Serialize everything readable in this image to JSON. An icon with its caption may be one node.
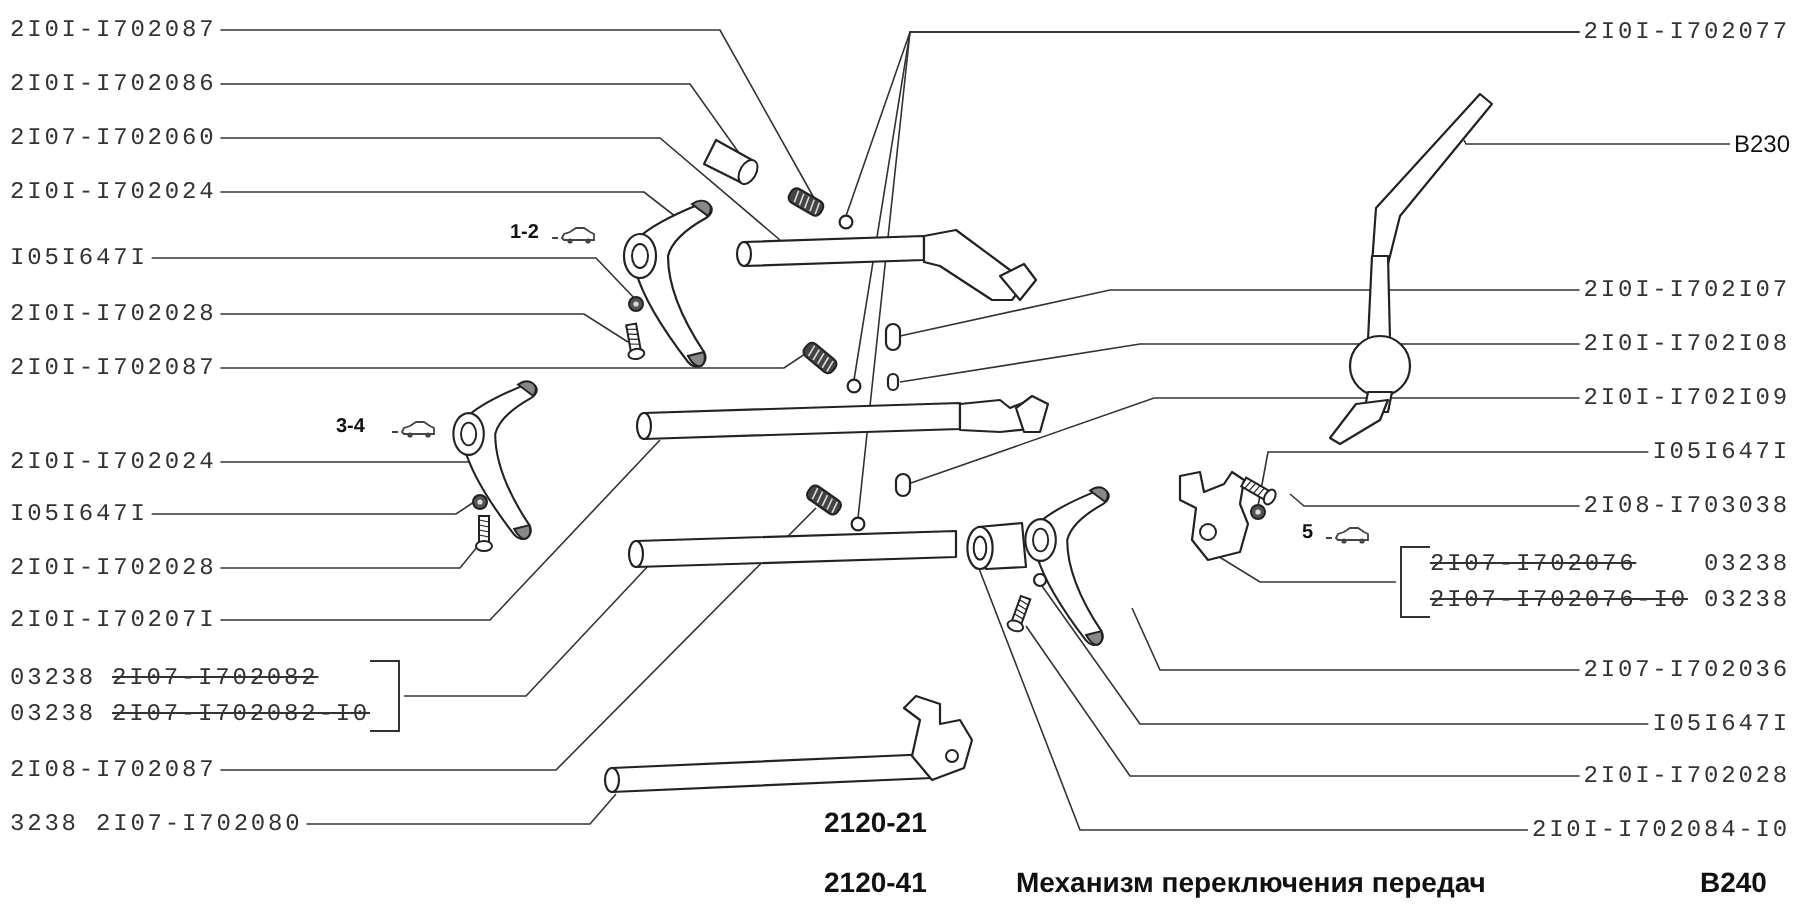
{
  "diagram": {
    "title": "Механизм переключения передач",
    "nodes": [
      {
        "text": [
          "2I0I-I702087"
        ]
      },
      {
        "text": [
          "2I0I-I702086"
        ]
      },
      {
        "text": [
          "2I07-I702060"
        ]
      },
      {
        "text": [
          "2I0I-I702024"
        ]
      },
      {
        "text": [
          "I05I647I"
        ]
      },
      {
        "text": [
          "2I0I-I702028"
        ]
      },
      {
        "text": [
          "2I0I-I702087"
        ]
      },
      {
        "text": [
          "2I0I-I702024"
        ]
      },
      {
        "text": [
          "I05I647I"
        ]
      },
      {
        "text": [
          "2I0I-I702028"
        ]
      },
      {
        "text": [
          "2I0I-I70207I"
        ]
      },
      {
        "text": [
          "03238",
          "2I07-I702082",
          "03238",
          "2I07-I702082-I0"
        ]
      },
      {
        "text": [
          "2I08-I702087"
        ]
      },
      {
        "text": [
          "3238 2I07-I702080"
        ]
      },
      {
        "text": [
          "2I0I-I702077"
        ]
      },
      {
        "text": [
          "B230"
        ]
      },
      {
        "text": [
          "2I0I-I702I07"
        ]
      },
      {
        "text": [
          "2I0I-I702I08"
        ]
      },
      {
        "text": [
          "2I0I-I702I09"
        ]
      },
      {
        "text": [
          "I05I647I"
        ]
      },
      {
        "text": [
          "2I08-I703038"
        ]
      },
      {
        "text": [
          "2I07-I702076",
          "03238",
          "2I07-I702076-I0",
          "03238"
        ]
      },
      {
        "text": [
          "2I07-I702036"
        ]
      },
      {
        "text": [
          "I05I647I"
        ]
      },
      {
        "text": [
          "2I0I-I702028"
        ]
      },
      {
        "text": [
          "2I0I-I702084-I0"
        ]
      },
      {
        "text": [],
        "shape": "picture"
      },
      {
        "text": [],
        "shape": "picture"
      },
      {
        "text": [],
        "shape": "circle"
      },
      {
        "text": [],
        "shape": "picture"
      },
      {
        "text": [],
        "shape": "picture"
      },
      {
        "text": [],
        "shape": "picture"
      },
      {
        "text": [],
        "shape": "picture"
      },
      {
        "text": [],
        "shape": "picture"
      },
      {
        "text": [],
        "shape": "circle"
      },
      {
        "text": [],
        "shape": "box"
      },
      {
        "text": [],
        "shape": "box"
      },
      {
        "text": [],
        "shape": "picture"
      },
      {
        "text": [],
        "shape": "picture"
      },
      {
        "text": [],
        "shape": "picture"
      },
      {
        "text": [],
        "shape": "bar"
      },
      {
        "text": [],
        "shape": "box"
      },
      {
        "text": [],
        "shape": "picture"
      },
      {
        "text": [],
        "shape": "circle"
      },
      {
        "text": [],
        "shape": "bar"
      },
      {
        "text": [],
        "shape": "cylinder"
      },
      {
        "text": [],
        "shape": "picture"
      },
      {
        "text": [],
        "shape": "circle"
      },
      {
        "text": [],
        "shape": "picture"
      },
      {
        "text": [],
        "shape": "picture"
      },
      {
        "text": [],
        "shape": "picture"
      },
      {
        "text": [],
        "shape": "picture"
      },
      {
        "text": [],
        "shape": "picture"
      },
      {
        "text": [],
        "shape": "picture"
      }
    ],
    "edges": [
      {
        "from": 0,
        "to": 27,
        "arrow": "none"
      },
      {
        "from": 1,
        "to": 26,
        "arrow": "none"
      },
      {
        "from": 2,
        "to": 30,
        "arrow": "none"
      },
      {
        "from": 3,
        "to": 29,
        "arrow": "none"
      },
      {
        "from": 4,
        "to": 31,
        "arrow": "none"
      },
      {
        "from": 5,
        "to": 32,
        "arrow": "none"
      },
      {
        "from": 6,
        "to": 33,
        "arrow": "none"
      },
      {
        "from": 7,
        "to": 37,
        "arrow": "none"
      },
      {
        "from": 8,
        "to": 38,
        "arrow": "none"
      },
      {
        "from": 9,
        "to": 39,
        "arrow": "none"
      },
      {
        "from": 10,
        "to": 40,
        "arrow": "none"
      },
      {
        "from": 11,
        "to": 44,
        "arrow": "none"
      },
      {
        "from": 12,
        "to": 42,
        "arrow": "none"
      },
      {
        "from": 13,
        "to": 53,
        "arrow": "none"
      },
      {
        "from": 14,
        "to": 28,
        "arrow": "none"
      },
      {
        "from": 14,
        "to": 34,
        "arrow": "none"
      },
      {
        "from": 14,
        "to": 43,
        "arrow": "none"
      },
      {
        "from": 15,
        "to": 49,
        "arrow": "none"
      },
      {
        "from": 16,
        "to": 35,
        "arrow": "none"
      },
      {
        "from": 17,
        "to": 36,
        "arrow": "none"
      },
      {
        "from": 18,
        "to": 41,
        "arrow": "none"
      },
      {
        "from": 19,
        "to": 51,
        "arrow": "none"
      },
      {
        "from": 20,
        "to": 52,
        "arrow": "none"
      },
      {
        "from": 21,
        "to": 50,
        "arrow": "none"
      },
      {
        "from": 22,
        "to": 46,
        "arrow": "none"
      },
      {
        "from": 23,
        "to": 47,
        "arrow": "none"
      },
      {
        "from": 24,
        "to": 48,
        "arrow": "none"
      },
      {
        "from": 25,
        "to": 45,
        "arrow": "none"
      }
    ],
    "labels": [
      "1-2",
      "3-4",
      "5",
      "2120-21",
      "2120-41",
      "B240"
    ]
  }
}
